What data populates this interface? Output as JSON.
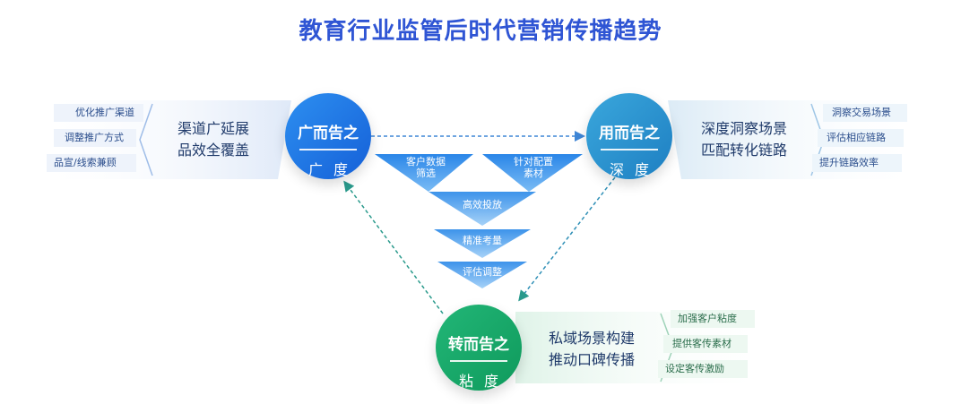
{
  "title": "教育行业监管后时代营销传播趋势",
  "nodes": {
    "breadth": {
      "heading": "广而告之",
      "sub": [
        "广",
        "度"
      ]
    },
    "depth": {
      "heading": "用而告之",
      "sub": [
        "深",
        "度"
      ]
    },
    "stickiness": {
      "heading": "转而告之",
      "sub": [
        "粘",
        "度"
      ]
    }
  },
  "panels": {
    "left": {
      "lines": [
        "渠道广延展",
        "品效全覆盖"
      ],
      "items": [
        "优化推广渠道",
        "调整推广方式",
        "品宣/线索兼顾"
      ]
    },
    "right": {
      "lines": [
        "深度洞察场景",
        "匹配转化链路"
      ],
      "items": [
        "洞察交易场景",
        "评估相应链路",
        "提升链路效率"
      ]
    },
    "bottom": {
      "lines": [
        "私域场景构建",
        "推动口碑传播"
      ],
      "items": [
        "加强客户粘度",
        "提供客传素材",
        "设定客传激励"
      ]
    }
  },
  "funnel": {
    "top_left": [
      "客户数据",
      "筛选"
    ],
    "top_right": [
      "针对配置",
      "素材"
    ],
    "steps": [
      "高效投放",
      "精准考量",
      "评估调整"
    ]
  },
  "colors": {
    "title": "#2f55d4",
    "blue": "#1a6fe0",
    "teal": "#2590cc",
    "green": "#15a866"
  }
}
